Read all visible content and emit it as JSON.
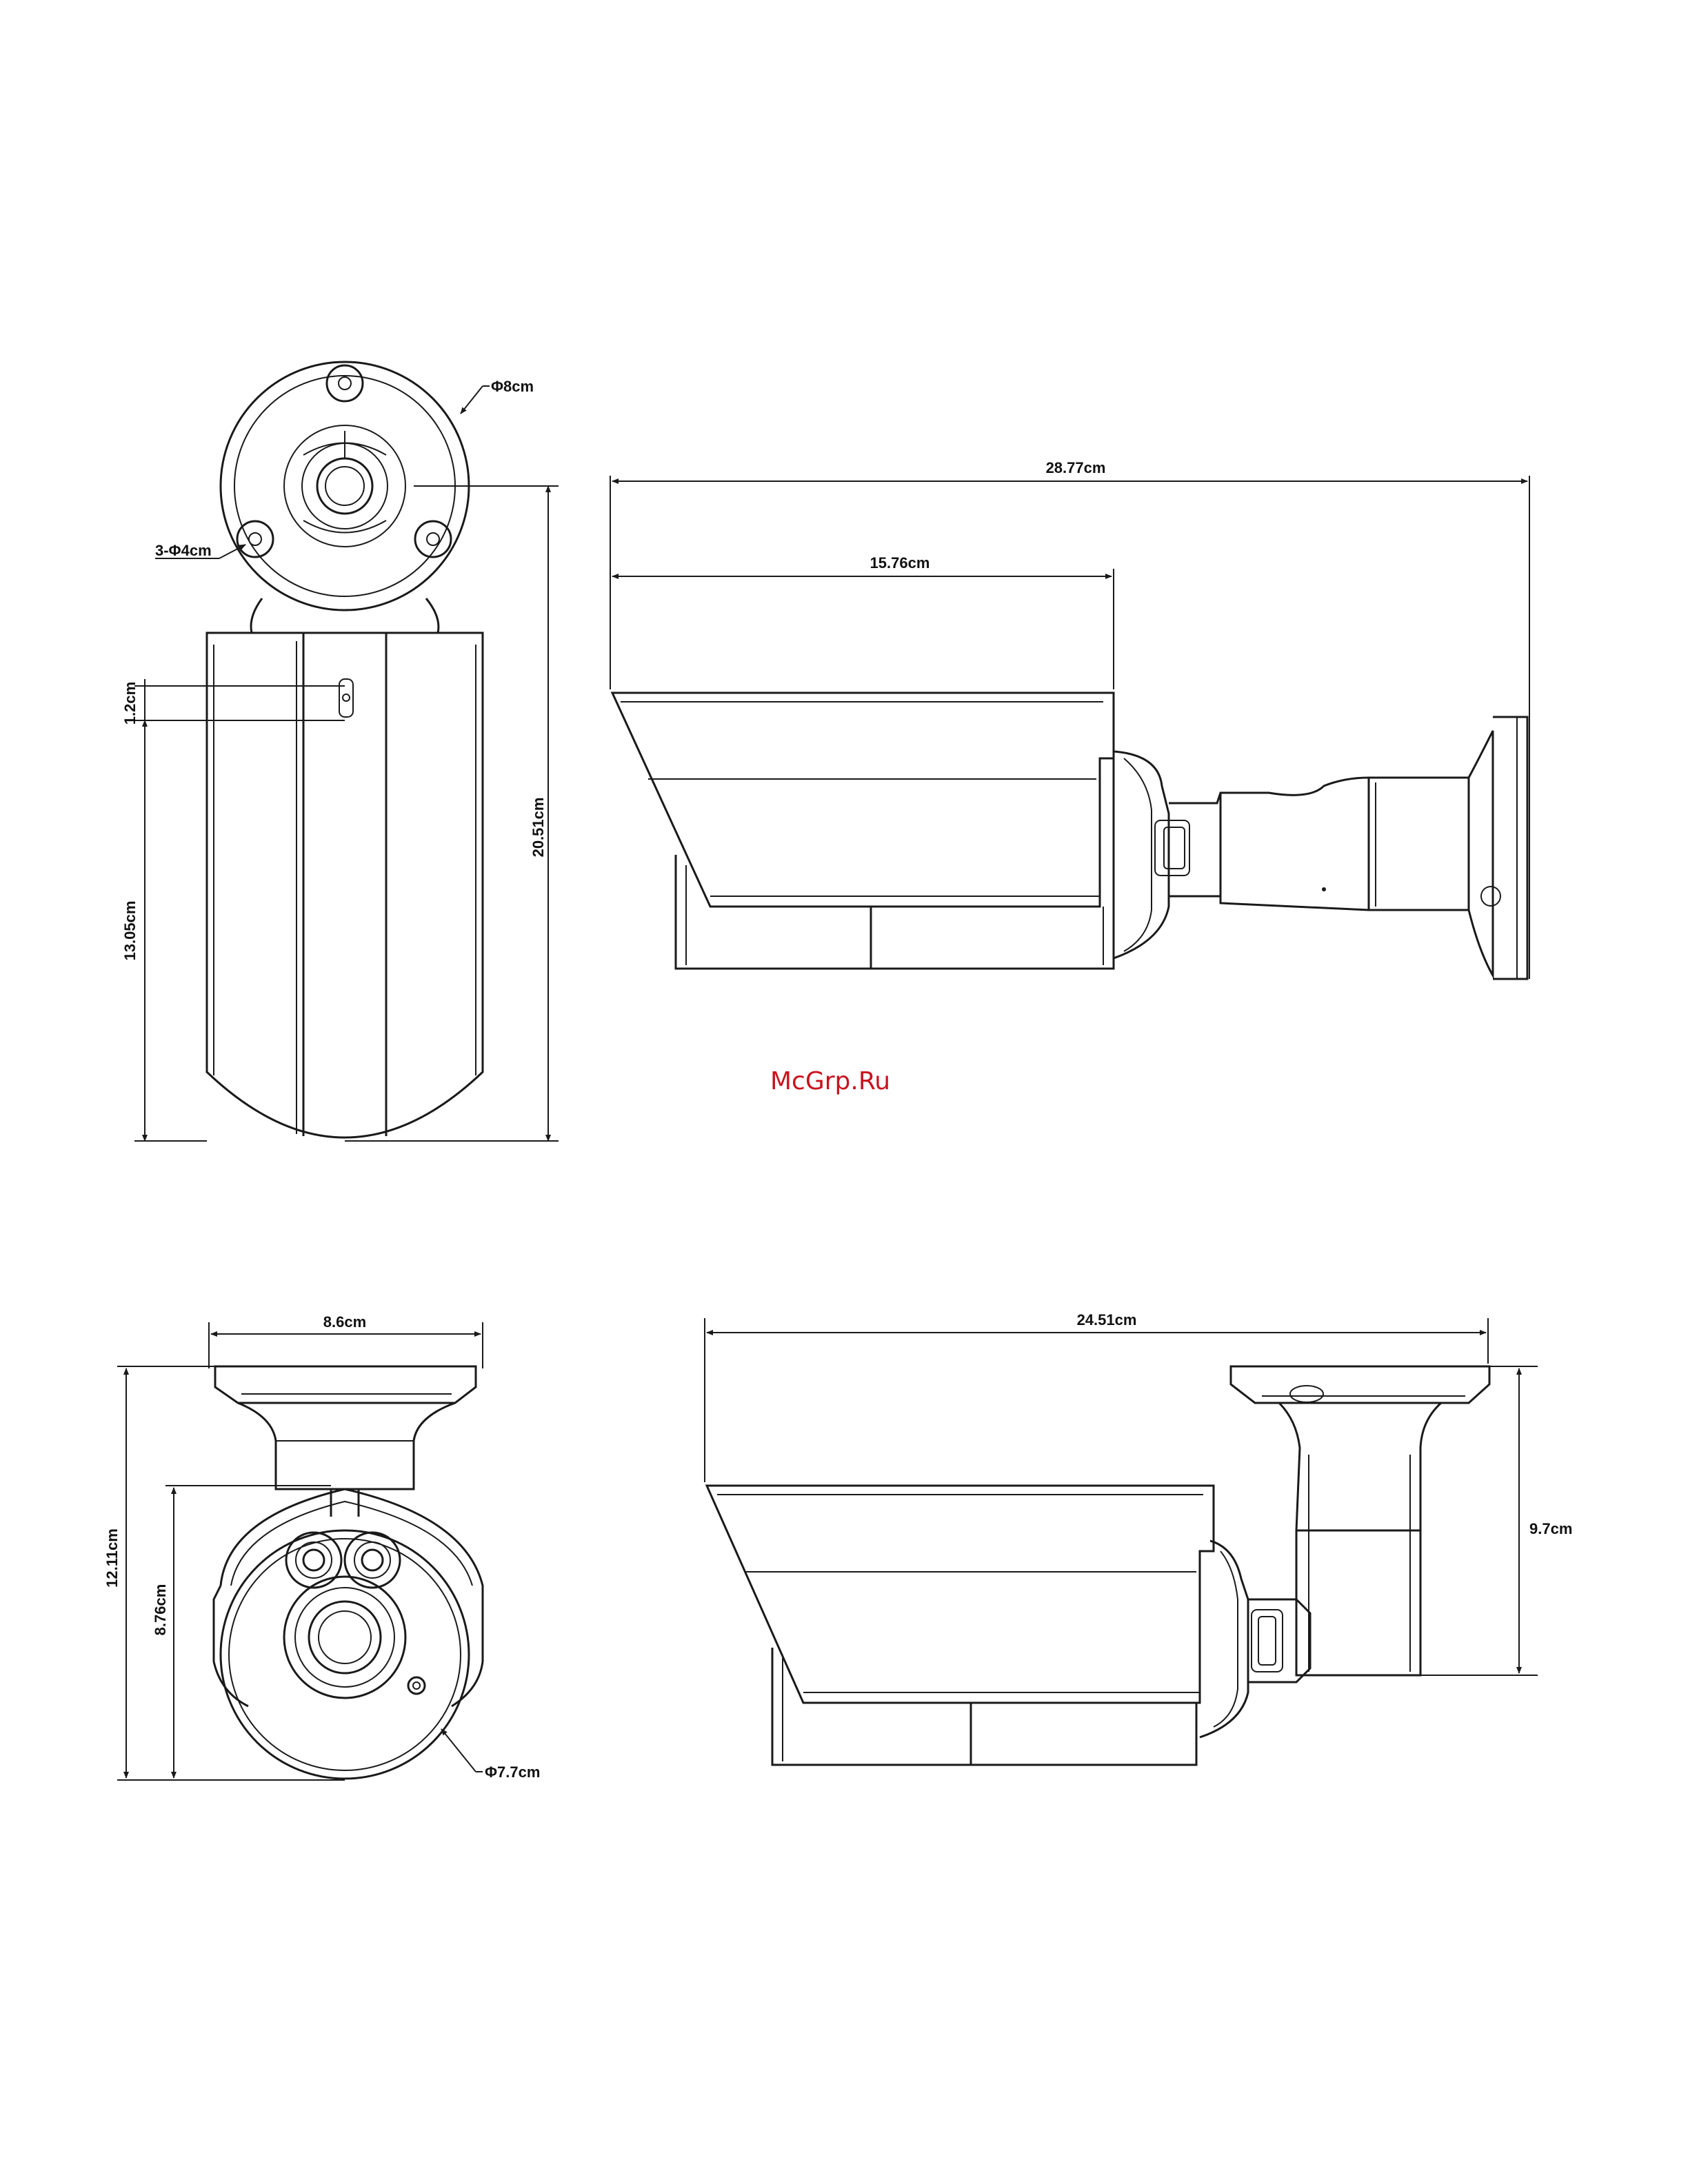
{
  "watermark": "McGrp.Ru",
  "colors": {
    "line": "#1a1a1a",
    "watermark": "#c8141e",
    "background": "#ffffff"
  },
  "dimensions": {
    "top_view_diameter": "Φ8cm",
    "mount_holes": "3-Φ4cm",
    "slot_height": "1.2cm",
    "body_length": "13.05cm",
    "overall_height": "20.51cm",
    "overall_length": "28.77cm",
    "hood_length": "15.76cm",
    "front_width": "8.6cm",
    "front_height": "12.11cm",
    "front_body_height": "8.76cm",
    "front_diameter": "Φ7.7cm",
    "side_length": "24.51cm",
    "bracket_height": "9.7cm"
  }
}
